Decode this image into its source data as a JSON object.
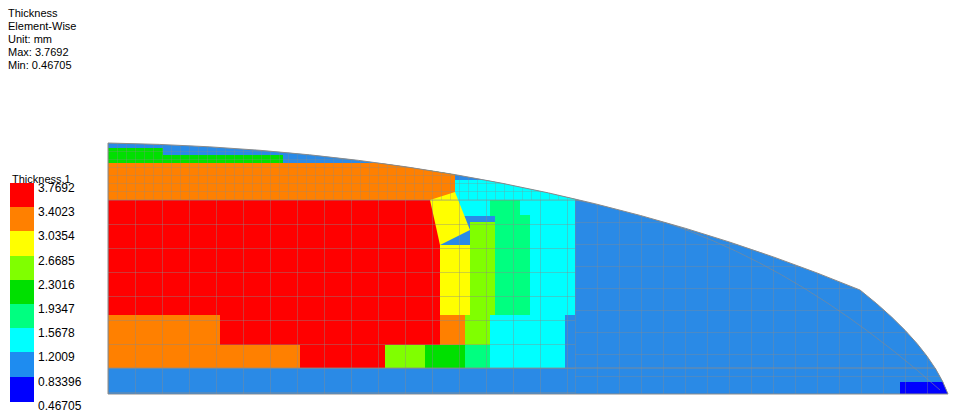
{
  "diagram": {
    "labels": [
      "Thickness",
      "Element-Wise",
      "Unit: mm",
      "Max: 3.7692",
      "Min: 0.46705",
      "Thickness.1",
      "0.46705"
    ],
    "legend": [
      {
        "text": "3.7692",
        "color": "#ff0000"
      },
      {
        "text": "3.4023",
        "color": "#ff8000"
      },
      {
        "text": "3.0354",
        "color": "#ffff00"
      },
      {
        "text": "2.6685",
        "color": "#80ff00"
      },
      {
        "text": "2.3016",
        "color": "#00e000"
      },
      {
        "text": "1.9347",
        "color": "#00ff80"
      },
      {
        "text": "1.5678",
        "color": "#00ffff"
      },
      {
        "text": "1.2009",
        "color": "#1e8cf0"
      },
      {
        "text": "0.83396",
        "color": "#0000ff"
      }
    ]
  }
}
